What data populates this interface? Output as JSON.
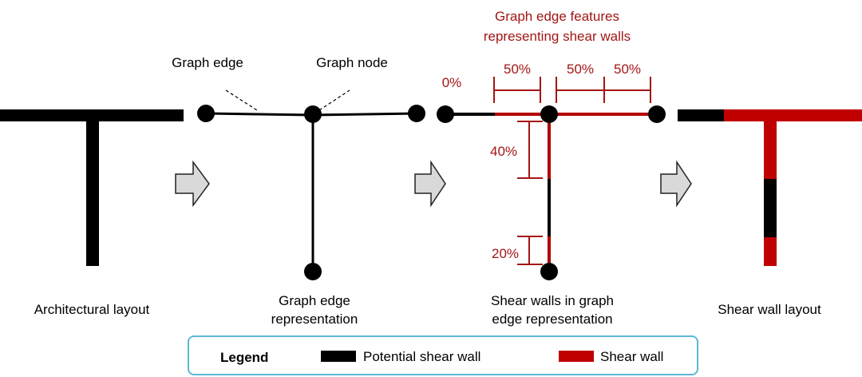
{
  "colors": {
    "potential": "#000000",
    "shear": "#c00000",
    "annotation": "#a31515",
    "legend_border": "#5bb8d8",
    "arrow_fill": "#d9d9d9"
  },
  "labels": {
    "architectural": "Architectural layout",
    "graph_edge_rep": [
      "Graph edge",
      "representation"
    ],
    "shear_in_graph": [
      "Shear walls in graph",
      "edge representation"
    ],
    "shear_layout": "Shear wall layout",
    "graph_edge": "Graph edge",
    "graph_node": "Graph node",
    "features_title": [
      "Graph edge features",
      "representing shear walls"
    ]
  },
  "features": {
    "left": "0%",
    "top_left": "50%",
    "top_right_a": "50%",
    "top_right_b": "50%",
    "vertical_top": "40%",
    "vertical_bottom": "20%"
  },
  "legend": {
    "title": "Legend",
    "potential": "Potential shear wall",
    "shear": "Shear wall"
  }
}
